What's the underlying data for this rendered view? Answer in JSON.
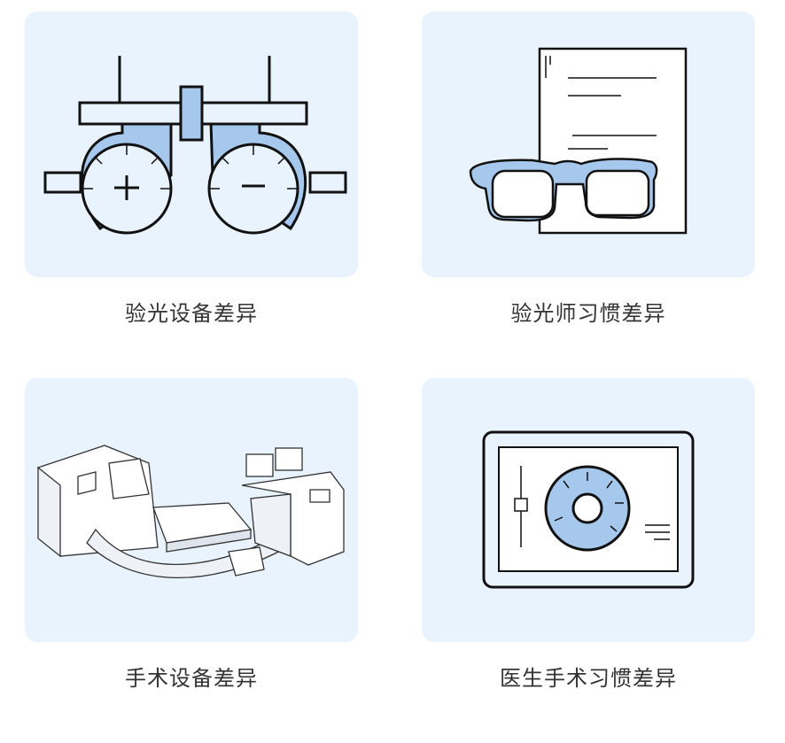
{
  "items": [
    {
      "caption": "验光设备差异",
      "icon": "trial-frame-icon"
    },
    {
      "caption": "验光师习惯差异",
      "icon": "glasses-prescription-icon"
    },
    {
      "caption": "手术设备差异",
      "icon": "surgical-laser-machine-icon"
    },
    {
      "caption": "医生手术习惯差异",
      "icon": "eye-monitor-icon"
    }
  ],
  "colors": {
    "card_bg": "#e8f3fd",
    "accent_fill": "#a6c8ec",
    "stroke": "#111111",
    "caption": "#333333"
  }
}
